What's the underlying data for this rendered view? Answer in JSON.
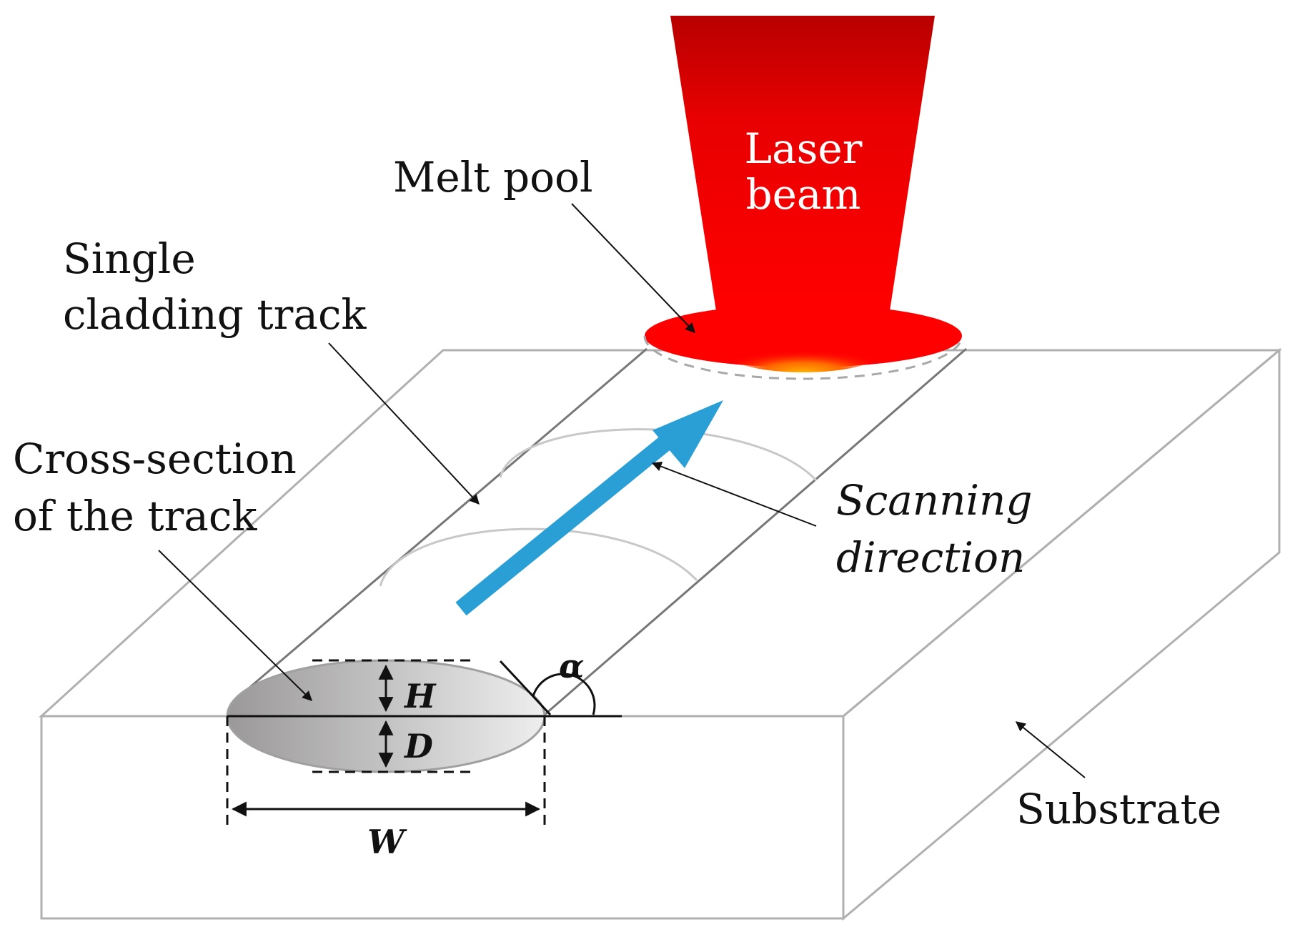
{
  "labels": {
    "laser_beam_line1": "Laser",
    "laser_beam_line2": "beam",
    "melt_pool": "Melt pool",
    "single_track_line1": "Single",
    "single_track_line2": "cladding track",
    "cross_section_line1": "Cross-section",
    "cross_section_line2": "of the track",
    "scanning_line1": "Scanning",
    "scanning_line2": "direction",
    "substrate": "Substrate",
    "height_symbol": "H",
    "depth_symbol": "D",
    "width_symbol": "W",
    "angle_symbol": "α"
  },
  "colors": {
    "beam_top": "#b80000",
    "beam_bottom": "#ff0000",
    "pool_center": "#ffb000",
    "arrow_blue": "#2a9fd6",
    "block_outline": "#b0b0b0",
    "track_line": "#777777",
    "section_dark": "#9a9898",
    "section_light": "#e8e8e8",
    "ink": "#111111"
  },
  "icons": {
    "scanning_arrow": "scanning-arrow-icon",
    "dimension_arrows": "double-arrow-icon"
  }
}
